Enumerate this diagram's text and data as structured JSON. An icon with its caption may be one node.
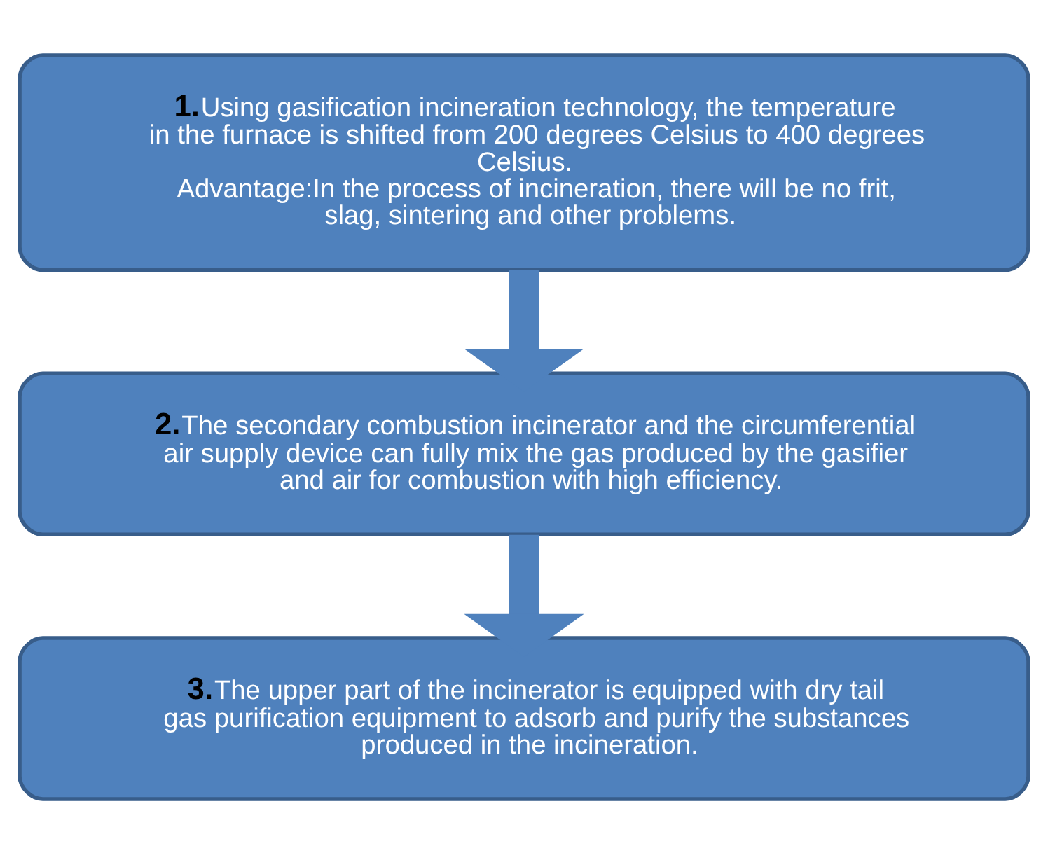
{
  "diagram": {
    "nodes": [
      {
        "text": [
          "**1.**Using gasification incineration technology, the temperature in the furnace is shifted from 200 degrees Celsius to 400 degrees Celsius.",
          "Advantage:In the process of incineration, there will be no frit, slag, sintering and other problems."
        ]
      },
      {
        "text": [
          "**2.**The secondary combustion incinerator and the circumferential air supply device can fully mix the gas produced by the gasifier and air for combustion with high efficiency."
        ]
      },
      {
        "text": [
          "**3.**The upper part of the incinerator is equipped with dry tail gas purification equipment to adsorb and purify the substances produced in the incineration."
        ]
      }
    ],
    "edges": [
      {
        "from": 0,
        "to": 1,
        "arrow": "to"
      },
      {
        "from": 1,
        "to": 2,
        "arrow": "to"
      }
    ]
  }
}
